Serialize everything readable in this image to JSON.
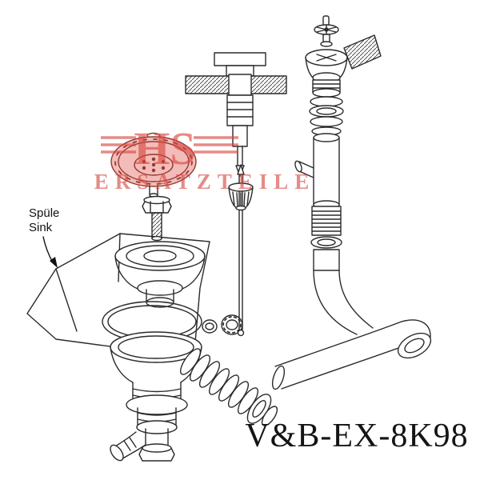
{
  "labels": {
    "sink_de": "Spüle",
    "sink_en": "Sink"
  },
  "product_code": "V&B-EX-8K98",
  "watermark": {
    "brand": "HS",
    "subtitle": "ERSATZTEILE",
    "color": "#d8453e"
  },
  "colors": {
    "line": "#2b2b2b",
    "background": "#ffffff",
    "highlight_fill": "#f4bcb8",
    "highlight_stroke": "#8f3a32"
  }
}
